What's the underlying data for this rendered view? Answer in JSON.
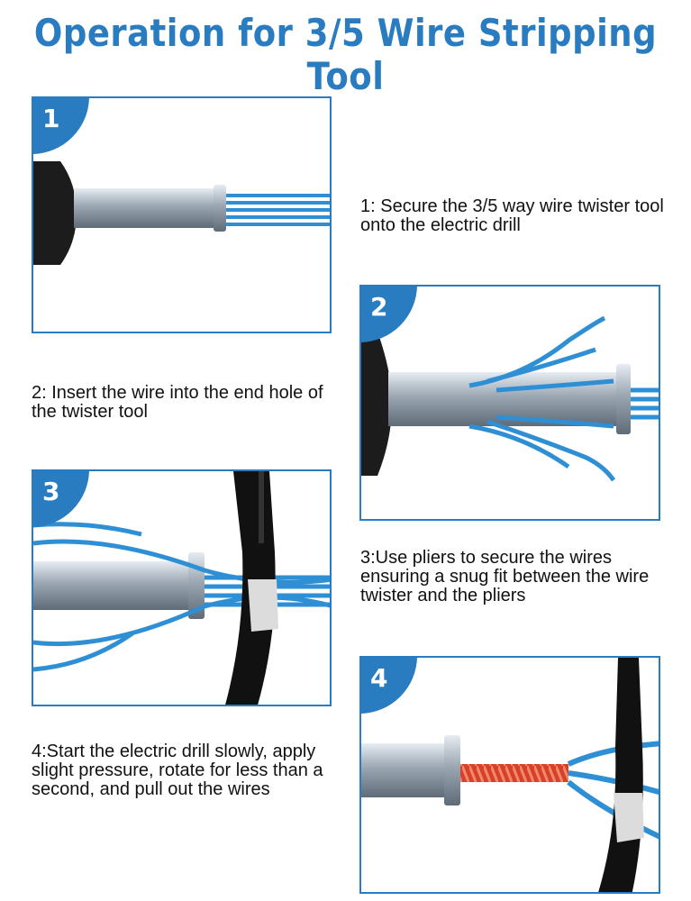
{
  "title": "Operation for 3/5 Wire Stripping Tool",
  "steps": [
    {
      "number": "1",
      "text": "1: Secure the 3/5 way wire twister tool onto the electric drill"
    },
    {
      "number": "2",
      "text": "2: Insert the wire into the end hole of the twister tool"
    },
    {
      "number": "3",
      "text": "3:Use pliers to secure the wires ensuring a snug fit between the wire twister and the pliers"
    },
    {
      "number": "4",
      "text": "4:Start the electric drill slowly, apply slight pressure, rotate for less than a second, and pull out the wires"
    }
  ],
  "colors": {
    "accent": "#2a7cc0",
    "wire": "#2f8fd4",
    "stripped": "#d8402a"
  },
  "icons": [
    "drill-chuck-icon",
    "wire-twister-icon",
    "pliers-icon"
  ]
}
